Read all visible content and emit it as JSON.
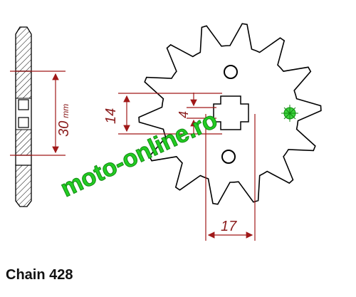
{
  "caption": "Chain 428",
  "dimensions": {
    "hub_height": "30",
    "hub_height_unit": "mm",
    "bolt_span": "14",
    "keyway": "4",
    "bore_width": "17"
  },
  "watermark": "moto-online.ro",
  "teeth": 14,
  "colors": {
    "outline": "#000000",
    "dimension": "#a01818",
    "watermark_fill": "#22cc22",
    "watermark_stroke": "#138a13",
    "caption": "#111111"
  },
  "icons": [
    "sprocket-outline-icon",
    "side-profile-icon",
    "dimension-arrow-icon",
    "logo-glyph-icon"
  ]
}
